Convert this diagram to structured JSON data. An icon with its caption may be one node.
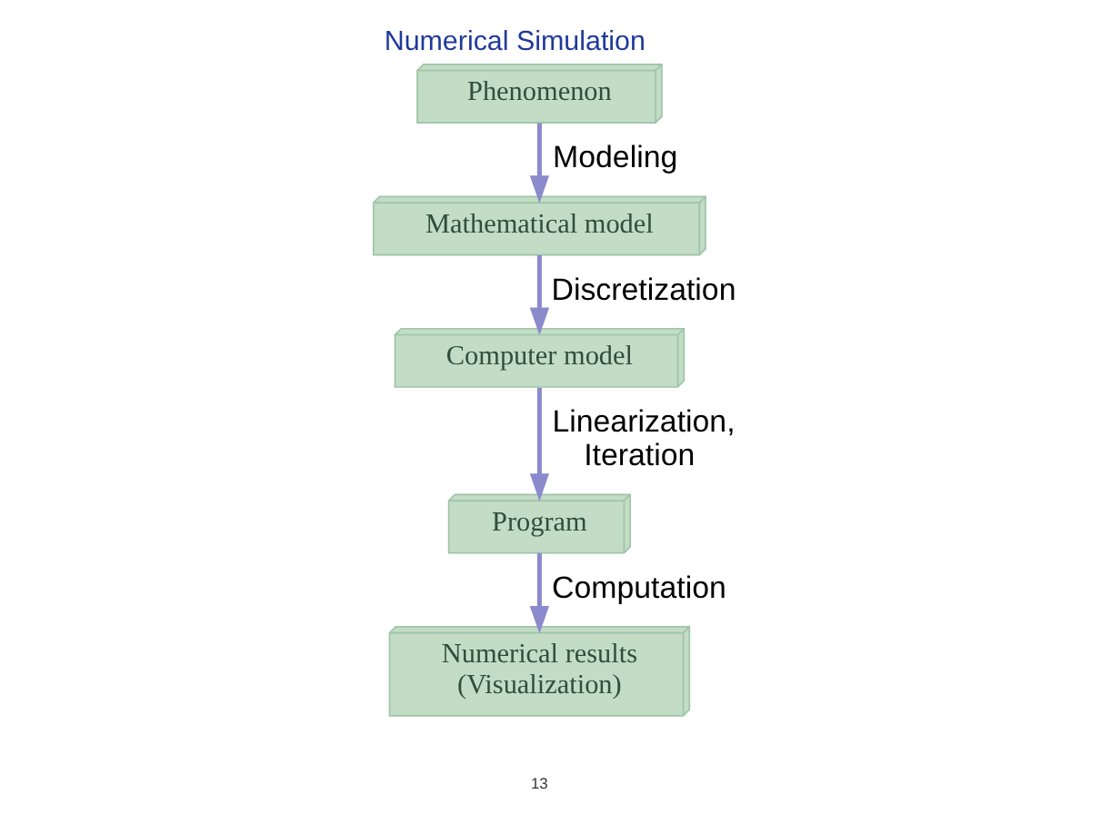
{
  "diagram": {
    "title": "Numerical Simulation",
    "nodes": [
      {
        "text": [
          "Phenomenon"
        ]
      },
      {
        "text": [
          "Mathematical model"
        ]
      },
      {
        "text": [
          "Computer model"
        ]
      },
      {
        "text": [
          "Program"
        ]
      },
      {
        "text": [
          "Numerical results (Visualization)"
        ]
      }
    ],
    "edges": [
      {
        "from": 0,
        "to": 1,
        "arrow": "to",
        "label": "Modeling"
      },
      {
        "from": 1,
        "to": 2,
        "arrow": "to",
        "label": "Discretization"
      },
      {
        "from": 2,
        "to": 3,
        "arrow": "to",
        "label": "Linearization, Iteration"
      },
      {
        "from": 3,
        "to": 4,
        "arrow": "to",
        "label": "Computation"
      }
    ],
    "labels": [
      "13"
    ]
  }
}
